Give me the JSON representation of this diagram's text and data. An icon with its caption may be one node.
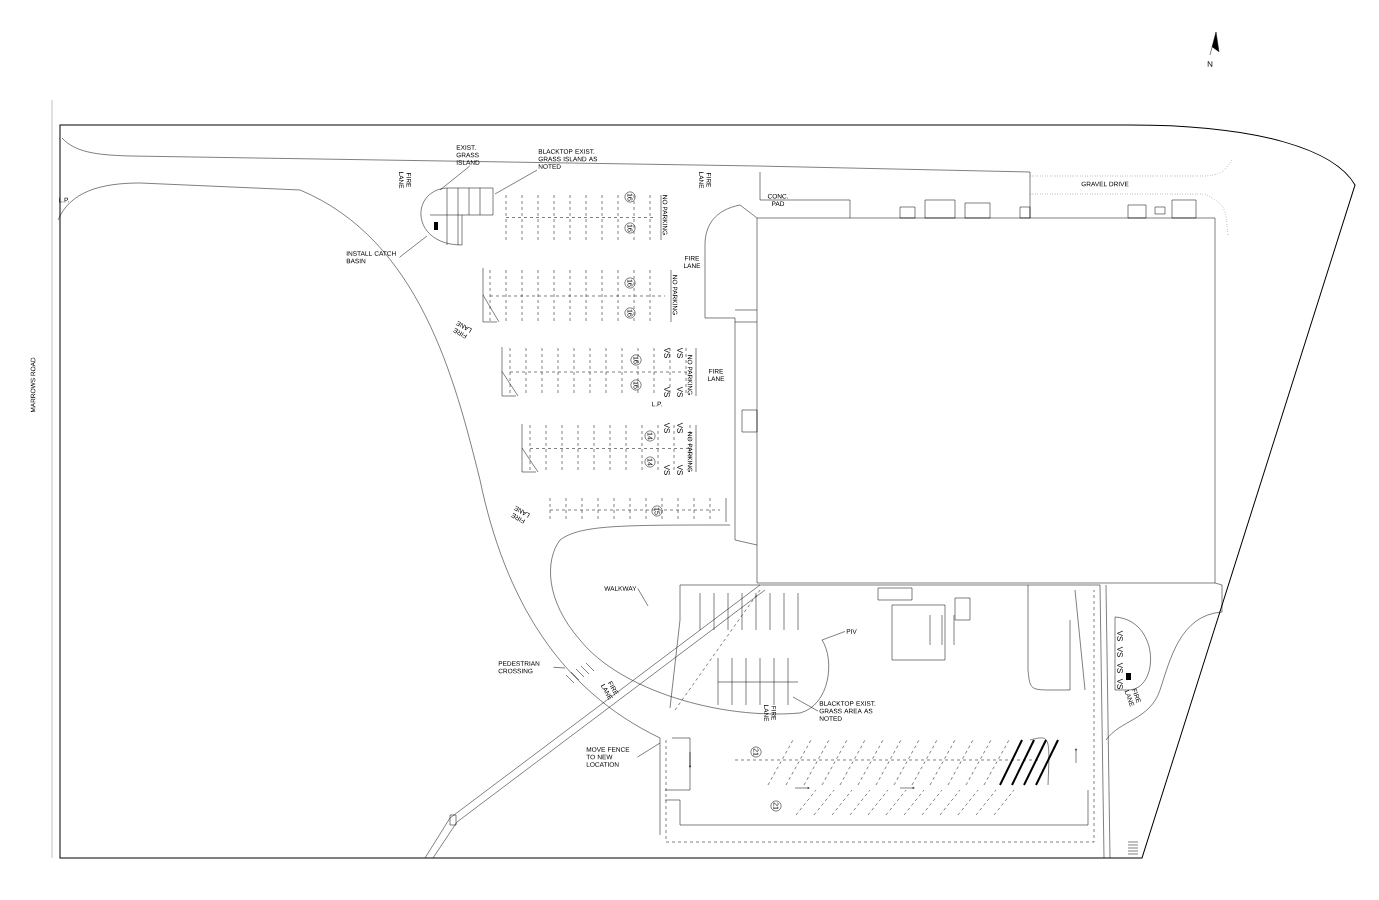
{
  "diagram": {
    "nodes": [
      {
        "text": [
          "EXIST. GRASS ISLAND"
        ]
      },
      {
        "text": [
          "BLACKTOP EXIST. GRASS ISLAND AS NOTED"
        ]
      },
      {
        "text": [
          "INSTALL CATCH BASIN"
        ]
      },
      {
        "text": [
          "WALKWAY"
        ]
      },
      {
        "text": [
          "PEDESTRIAN CROSSING"
        ]
      },
      {
        "text": [
          "PIV"
        ]
      },
      {
        "text": [
          "BLACKTOP EXIST. GRASS AREA AS NOTED"
        ]
      },
      {
        "text": [
          "MOVE FENCE TO NEW LOCATION"
        ]
      }
    ],
    "edges": [
      {
        "from": 0,
        "to": null,
        "arrow": "none"
      },
      {
        "from": 1,
        "to": null,
        "arrow": "none"
      },
      {
        "from": 2,
        "to": null,
        "arrow": "none"
      },
      {
        "from": 3,
        "to": null,
        "arrow": "none"
      },
      {
        "from": 4,
        "to": null,
        "arrow": "none"
      },
      {
        "from": 5,
        "to": null,
        "arrow": "none"
      },
      {
        "from": 6,
        "to": null,
        "arrow": "none"
      },
      {
        "from": 7,
        "to": null,
        "arrow": "none"
      }
    ],
    "labels": [
      "N",
      "GRAVEL DRIVE",
      "FIRE LANE",
      "FIRE LANE",
      "CONC. PAD",
      "NO PARKING",
      "FIRE LANE",
      "NO PARKING",
      "FIRE LANE",
      "NO PARKING",
      "FIRE LANE",
      "L.P.",
      "NO PARKING",
      "FIRE LANE",
      "FIRE LANE",
      "FIRE LANE",
      "FIRE LANE",
      "L.P.",
      "MARROWS ROAD",
      "16",
      "16",
      "16",
      "16",
      "16",
      "16",
      "14",
      "14",
      "15",
      "21",
      "21",
      "VS",
      "VS",
      "VS",
      "VS",
      "VS",
      "VS",
      "VS",
      "VS",
      "VS",
      "VS",
      "VS",
      "VS"
    ]
  }
}
